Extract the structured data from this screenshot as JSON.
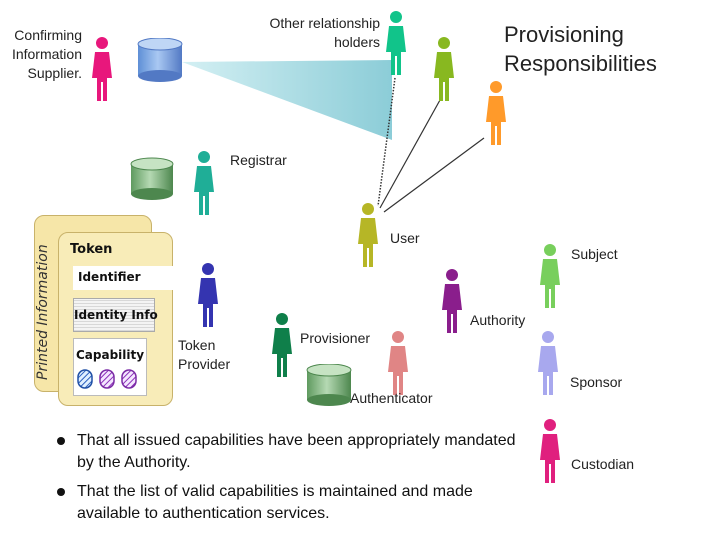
{
  "title": "Provisioning Responsibilities",
  "roles": {
    "confirming_supplier": "Confirming Information Supplier.",
    "other_holders": "Other relationship holders",
    "registrar": "Registrar",
    "user": "User",
    "subject": "Subject",
    "authority": "Authority",
    "provisioner": "Provisioner",
    "token_provider": "Token Provider",
    "authenticator": "Authenticator",
    "sponsor": "Sponsor",
    "custodian": "Custodian"
  },
  "card": {
    "printed_information": "Printed Information",
    "token": "Token",
    "identifier": "Identifier",
    "identity_info": "Identity Info",
    "capability": "Capability"
  },
  "bullets": [
    "That all issued capabilities have been appropriately mandated by the Authority.",
    "That the list of valid capabilities is maintained and made available to authentication services."
  ],
  "colors": {
    "confirming_supplier": "#e8177c",
    "other_holder_1": "#11c48a",
    "other_holder_2": "#88b820",
    "other_holder_3": "#ff9a2a",
    "registrar": "#1fae97",
    "user": "#b6b626",
    "subject": "#78cf5c",
    "authority": "#8a1e8c",
    "provisioner": "#0f7f4a",
    "token_provider": "#3434b0",
    "authenticator": "#e08585",
    "sponsor": "#a8a8ee",
    "custodian": "#e0207e"
  }
}
